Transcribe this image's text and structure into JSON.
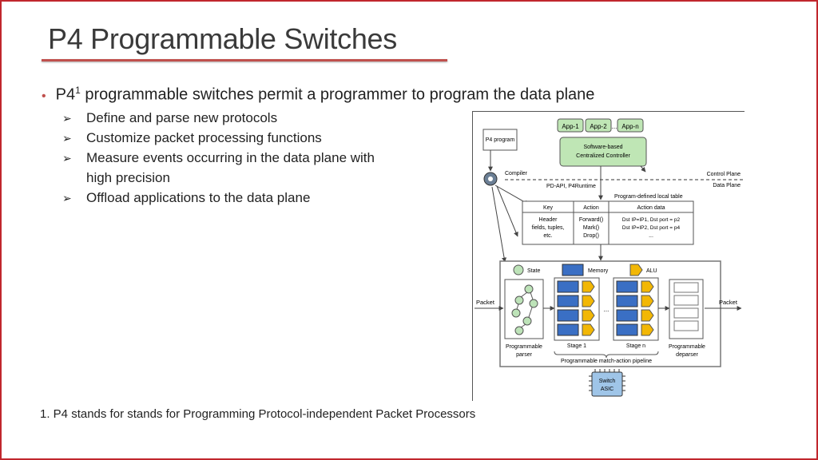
{
  "slide": {
    "title": "P4 Programmable Switches",
    "bullet_main": "P4",
    "bullet_sup": "1",
    "bullet_rest": " programmable switches permit a programmer to program the data plane",
    "subpoints": [
      "Define and parse new protocols",
      "Customize packet processing functions",
      "Measure events occurring in the data plane with",
      "Offload applications to the data plane"
    ],
    "subpoint_continuation": "high precision",
    "footnote": "1. P4 stands for stands for Programming Protocol-independent Packet Processors"
  },
  "figure": {
    "apps": [
      "App-1",
      "App-2",
      "...",
      "App-n"
    ],
    "controller": [
      "Software-based",
      "Centralized Controller"
    ],
    "p4program": "P4 program",
    "compiler": "Compiler",
    "control_plane": "Control Plane",
    "data_plane": "Data Plane",
    "api": "PD-API, P4Runtime",
    "table_title": "Program-defined local table",
    "table_headers": [
      "Key",
      "Action",
      "Action data"
    ],
    "table_key": [
      "Header",
      "fields, tuples,",
      "etc."
    ],
    "table_action": [
      "Forward()",
      "Mark()",
      "Drop()"
    ],
    "table_data": [
      "Dst IP=IP1, Dst port = p2",
      "Dst IP=IP2, Dst port = p4",
      "..."
    ],
    "legend": [
      "State",
      "Memory",
      "ALU"
    ],
    "packet_in": "Packet",
    "packet_out": "Packet",
    "parser": [
      "Programmable",
      "parser"
    ],
    "stage1": "Stage 1",
    "stage_dots": "...",
    "stagen": "Stage n",
    "deparser": [
      "Programmable",
      "deparser"
    ],
    "pipeline": "Programmable match-action pipeline",
    "asic": [
      "Switch",
      "ASIC"
    ],
    "colors": {
      "memory": "#3a6fc4",
      "alu": "#f2b705",
      "state": "#bde3b8",
      "controller": "#bfe6b5"
    }
  }
}
